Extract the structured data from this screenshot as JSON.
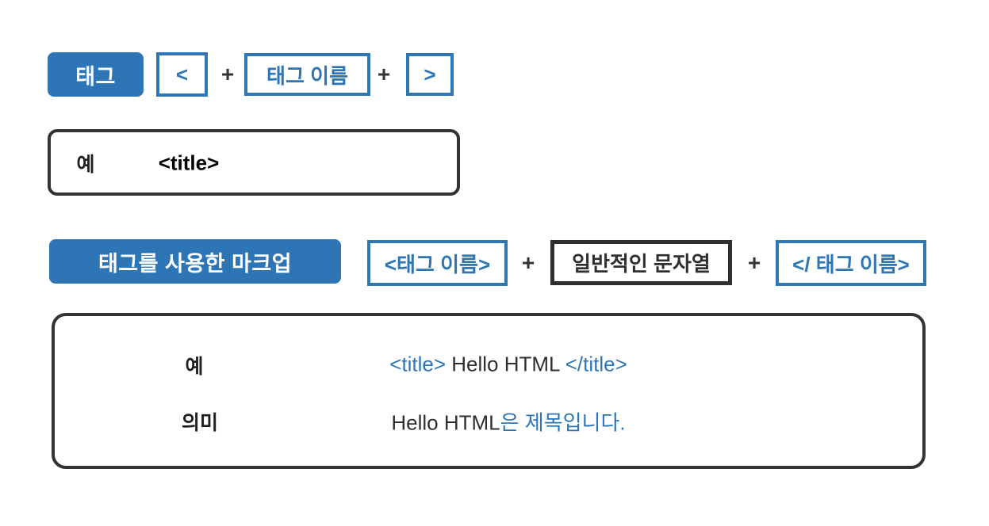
{
  "colors": {
    "blue": "#2E75B6",
    "dark": "#333333",
    "ink": "#2F2F2F",
    "bg": "#FFFFFF"
  },
  "tag_formula": {
    "tag_label": "태그",
    "open_bracket": "<",
    "plus1": "+",
    "tag_name": "태그 이름",
    "plus2": "+",
    "close_bracket": ">"
  },
  "tag_example": {
    "label": "예",
    "code": "<title>"
  },
  "markup_formula": {
    "markup_label": "태그를 사용한 마크업",
    "open_tag": "<태그 이름>",
    "plus1": "+",
    "content": "일반적인 문자열",
    "plus2": "+",
    "close_tag": "</ 태그 이름>"
  },
  "markup_example": {
    "example_label": "예",
    "code_open": "<title>",
    "code_middle": " Hello HTML ",
    "code_close": "</title>",
    "meaning_label": "의미",
    "meaning_plain": "Hello HTML",
    "meaning_blue": "은 제목입니다."
  }
}
